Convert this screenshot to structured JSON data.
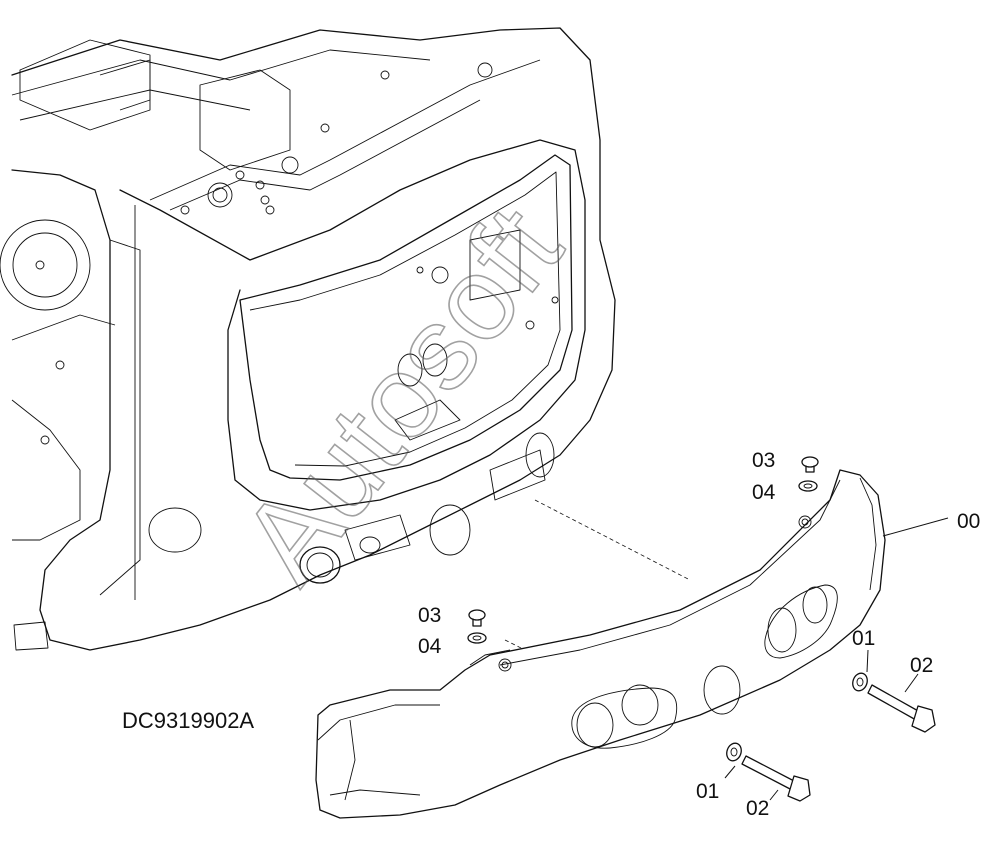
{
  "drawing_code": "DC9319902A",
  "watermark": "Autosoft",
  "callouts": {
    "counterweight": "00",
    "washer_right": "01",
    "bolt_right": "02",
    "screw_top": "03",
    "washer_top": "04",
    "screw_mid": "03",
    "washer_mid": "04",
    "washer_bottom": "01",
    "bolt_bottom": "02"
  }
}
